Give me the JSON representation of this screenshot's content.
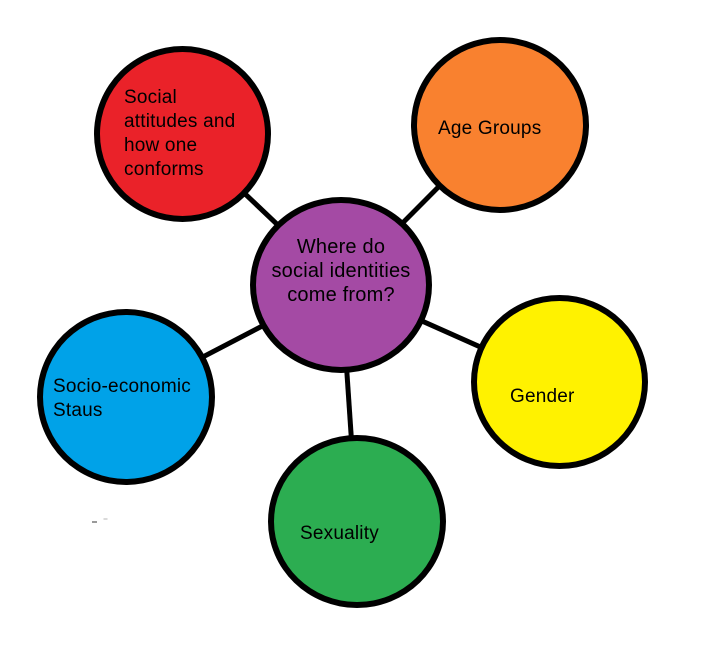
{
  "diagram": {
    "type": "mind-map",
    "background_color": "#FFFFFF",
    "connector_color": "#000000",
    "outline_color": "#000000",
    "text_color": "#000000",
    "center_node": {
      "id": "center-question",
      "label_lines": [
        "Where do",
        "social identities",
        "come from?"
      ],
      "label_text": "Where do social identities come from?",
      "color": "#A44AA4"
    },
    "nodes": [
      {
        "id": "social-attitudes",
        "label_lines": [
          "Social",
          "attitudes and",
          "how one",
          "conforms"
        ],
        "label_text": "Social attitudes and how one conforms",
        "color": "#EA2229",
        "position": "top-left"
      },
      {
        "id": "age-groups",
        "label_lines": [
          "Age Groups"
        ],
        "label_text": "Age Groups",
        "color": "#F9812F",
        "position": "top-right"
      },
      {
        "id": "socio-economic-status",
        "label_lines": [
          "Socio-economic",
          "Staus"
        ],
        "label_text": "Socio-economic Staus",
        "color": "#00A2E8",
        "position": "left"
      },
      {
        "id": "gender",
        "label_lines": [
          "Gender"
        ],
        "label_text": "Gender",
        "color": "#FFF200",
        "position": "right"
      },
      {
        "id": "sexuality",
        "label_lines": [
          "Sexuality"
        ],
        "label_text": "Sexuality",
        "color": "#2CAD51",
        "position": "bottom"
      }
    ]
  }
}
